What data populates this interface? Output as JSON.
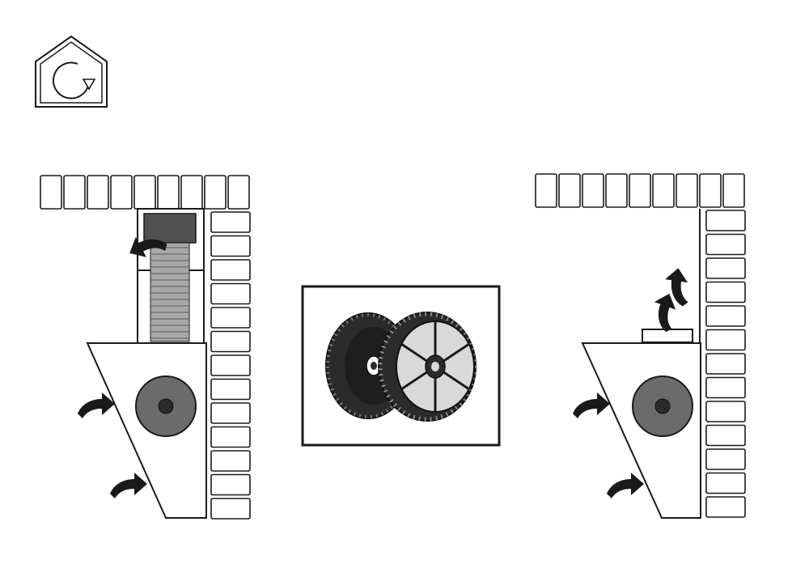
{
  "diagram": {
    "recirculation_icon": "recirculation-house-icon",
    "left_panel": "ducted-extraction-mode",
    "center_panel": "charcoal-filter-cartridges",
    "right_panel": "recirculation-mode",
    "colors": {
      "line": "#1a1a1a",
      "fan_disc": "#6b6b6b",
      "fan_hub": "#2a2a2a",
      "duct_collar": "#505050",
      "duct_hose": "#a8a8a8",
      "filter_dark": "#2b2b2b",
      "filter_face": "#d9d9d9",
      "arrow": "#1a1a1a"
    }
  }
}
